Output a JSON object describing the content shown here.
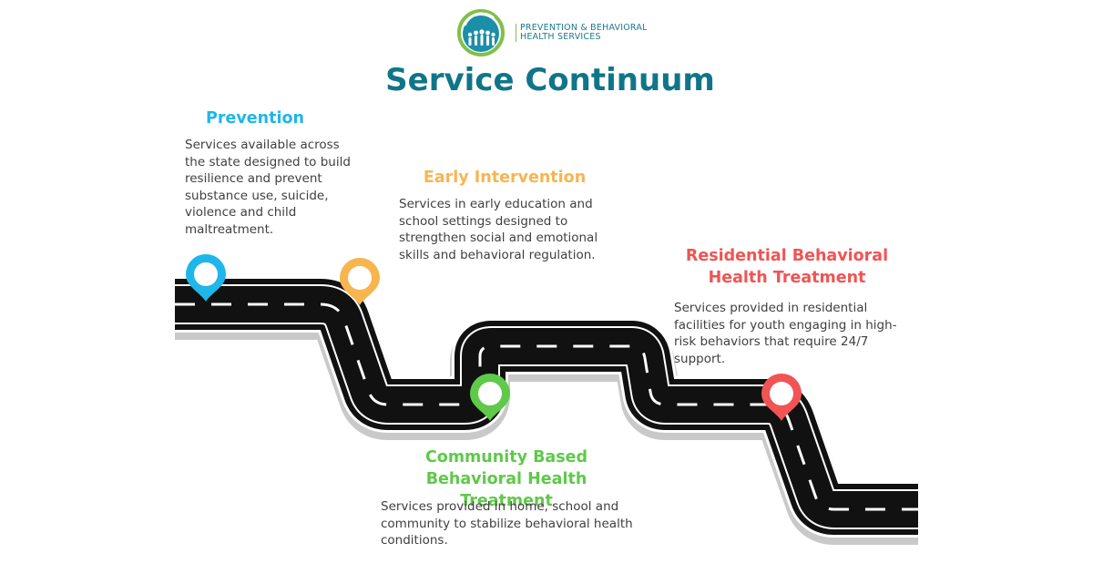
{
  "brand": {
    "name": "PREVENTION & BEHAVIORAL HEALTH SERVICES",
    "logo_icon": "people-circle-logo"
  },
  "title": "Service Continuum",
  "stages": [
    {
      "heading": "Prevention",
      "description": "Services available across the state designed to build resilience and prevent substance use, suicide, violence and child maltreatment.",
      "color": "#1fb6ea",
      "pin_icon": "map-pin-icon"
    },
    {
      "heading": "Early Intervention",
      "description": "Services in early education and school settings designed to strengthen social and emotional skills and behavioral regulation.",
      "color": "#f7b550",
      "pin_icon": "map-pin-icon"
    },
    {
      "heading": "Community Based Behavioral Health Treatment",
      "description": "Services provided in home, school and community to stabilize behavioral health conditions.",
      "color": "#5fc94a",
      "pin_icon": "map-pin-icon"
    },
    {
      "heading": "Residential Behavioral Health Treatment",
      "description": "Services provided in residential facilities for youth engaging in high-risk behaviors that require 24/7 support.",
      "color": "#f05454",
      "pin_icon": "map-pin-icon"
    }
  ],
  "colors": {
    "title": "#117588",
    "road": "#111111",
    "road_edge": "#ffffff",
    "lane": "#ffffff",
    "shadow": "#c9c9c9"
  }
}
